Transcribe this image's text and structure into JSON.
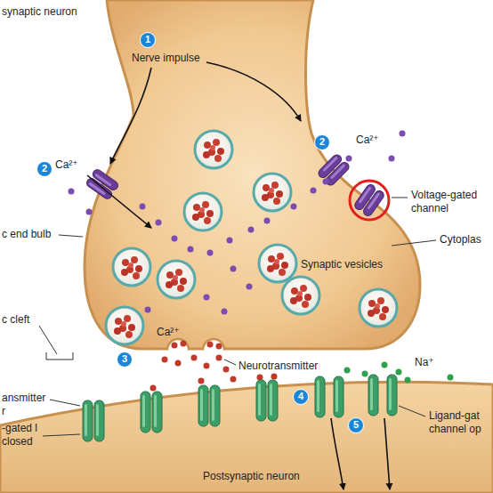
{
  "diagram": {
    "labels": [
      "synaptic neuron",
      "1",
      "Nerve impulse",
      "2",
      "Ca²⁺",
      "2",
      "Ca²⁺",
      "Voltage-gated channel",
      "Cytoplas",
      "c end bulb",
      "Synaptic vesicles",
      "c cleft",
      "Ca²⁺",
      "3",
      "Neurotransmitter",
      "ansmitter r",
      "-gated l closed",
      "4",
      "5",
      "Na⁺",
      "Ligand-gat channel op",
      "Postsynaptic neuron"
    ]
  }
}
